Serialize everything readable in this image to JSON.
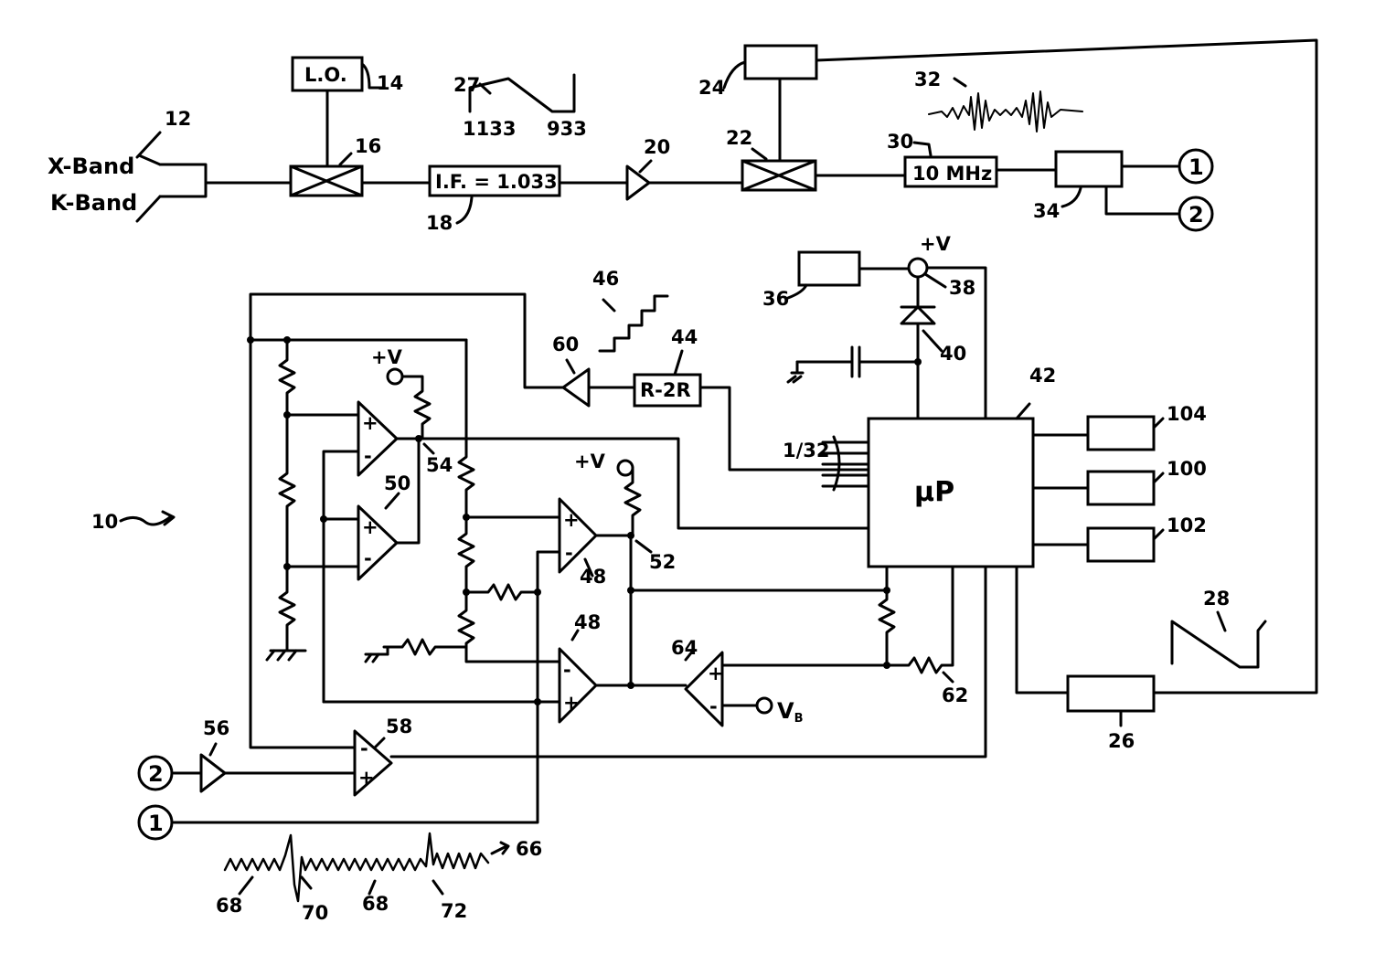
{
  "figure": {
    "ref_num": "10"
  },
  "antenna": {
    "x_label": "X-Band",
    "k_label": "K-Band",
    "ref": "12"
  },
  "local_oscillator": {
    "label": "L.O.",
    "ref": "14"
  },
  "mixer1": {
    "ref": "16"
  },
  "if_filter": {
    "label": "I.F. = 1.033",
    "ref": "18"
  },
  "amp1": {
    "ref": "20"
  },
  "mixer2": {
    "ref": "22"
  },
  "box24": {
    "ref": "24"
  },
  "box26": {
    "ref": "26"
  },
  "sweep_waveform": {
    "ref": "27",
    "start": "1133",
    "end": "933"
  },
  "ramp_waveform": {
    "ref": "28"
  },
  "filter_10mhz": {
    "label": "10 MHz",
    "ref": "30"
  },
  "signal_waveform": {
    "ref": "32"
  },
  "box34": {
    "ref": "34"
  },
  "connector_1": {
    "label": "1"
  },
  "connector_2": {
    "label": "2"
  },
  "box36": {
    "ref": "36"
  },
  "supply_node": {
    "label": "+V",
    "ref": "38"
  },
  "diode": {
    "ref": "40"
  },
  "microprocessor": {
    "label": "μP",
    "ref": "42"
  },
  "bus": {
    "label": "1/32"
  },
  "dac": {
    "label": "R-2R",
    "ref": "44"
  },
  "staircase_waveform": {
    "ref": "46"
  },
  "comparator_48": {
    "ref": "48"
  },
  "comparator_50": {
    "ref": "50"
  },
  "node_52": {
    "ref": "52"
  },
  "node_54": {
    "ref": "54"
  },
  "buffer_56": {
    "ref": "56"
  },
  "comparator_58": {
    "ref": "58"
  },
  "buffer_60": {
    "ref": "60"
  },
  "resistor_62": {
    "ref": "62"
  },
  "amp_64": {
    "ref": "64"
  },
  "vb": {
    "label": "V",
    "sub": "B"
  },
  "plus_v": "+V",
  "noise_waveform": {
    "ref": "66",
    "noise_ref": "68",
    "pulse1_ref": "70",
    "pulse2_ref": "72"
  },
  "outputs": [
    {
      "ref": "104"
    },
    {
      "ref": "100"
    },
    {
      "ref": "102"
    }
  ],
  "opamp_signs": {
    "plus": "+",
    "minus": "-"
  }
}
